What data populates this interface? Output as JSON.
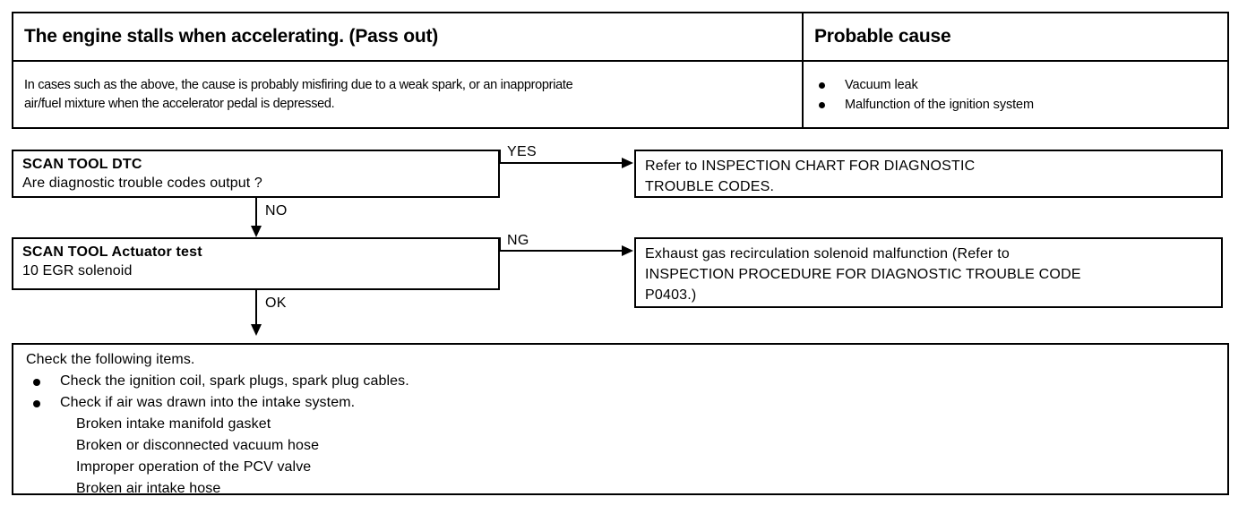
{
  "symptom_table": {
    "header": {
      "symptom": "The engine stalls when accelerating. (Pass out)",
      "probable_cause": "Probable cause"
    },
    "description_lines": [
      "In cases such as the above, the cause is probably misfiring due to a weak spark, or an inappropriate",
      "air/fuel mixture when the accelerator pedal is depressed."
    ],
    "probable_causes": [
      "Vacuum leak",
      "Malfunction of the ignition system"
    ]
  },
  "flow": {
    "step_dtc": {
      "title": "SCAN TOOL DTC",
      "question": "Are diagnostic trouble codes output ?"
    },
    "step_actuator": {
      "title": "SCAN TOOL Actuator test",
      "detail": "10 EGR solenoid"
    },
    "result_dtc_chart": {
      "lines": [
        "Refer to INSPECTION CHART FOR DIAGNOSTIC",
        "TROUBLE CODES."
      ]
    },
    "result_egr": {
      "lines": [
        "Exhaust gas recirculation solenoid malfunction (Refer to",
        "INSPECTION PROCEDURE FOR DIAGNOSTIC TROUBLE CODE",
        "P0403.)"
      ]
    },
    "labels": {
      "yes": "YES",
      "no": "NO",
      "ng": "NG",
      "ok": "OK"
    }
  },
  "check_items": {
    "intro": "Check the following items.",
    "bullets": [
      "Check the ignition coil, spark plugs, spark plug cables.",
      "Check if air was drawn into the intake system."
    ],
    "sub_items": [
      "Broken intake manifold gasket",
      "Broken or disconnected vacuum hose",
      "Improper operation of the PCV valve",
      "Broken air intake hose"
    ]
  },
  "colors": {
    "ink": "#000000",
    "paper": "#ffffff"
  }
}
